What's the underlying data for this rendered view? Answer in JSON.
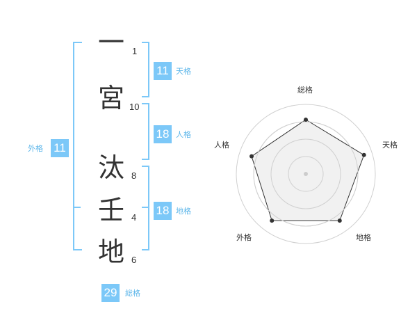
{
  "name_chars": [
    {
      "char": "一",
      "strokes": "1"
    },
    {
      "char": "宮",
      "strokes": "10"
    },
    {
      "char": "汰",
      "strokes": "8"
    },
    {
      "char": "壬",
      "strokes": "4"
    },
    {
      "char": "地",
      "strokes": "6"
    }
  ],
  "kaku": {
    "tenkaku": {
      "value": "11",
      "label": "天格"
    },
    "jinkaku": {
      "value": "18",
      "label": "人格"
    },
    "chikaku": {
      "value": "18",
      "label": "地格"
    },
    "gaikaku": {
      "value": "11",
      "label": "外格"
    },
    "soukaku": {
      "value": "29",
      "label": "総格"
    }
  },
  "colors": {
    "accent": "#7cc8f8",
    "accent_text": "#5fb7ea",
    "text": "#333333",
    "radar_fill": "#eeeeee",
    "ring": "#d0d0d0"
  },
  "radar": {
    "axes": [
      "総格",
      "天格",
      "地格",
      "外格",
      "人格"
    ],
    "values": [
      0.78,
      0.88,
      0.83,
      0.83,
      0.82
    ],
    "rings": 4
  }
}
